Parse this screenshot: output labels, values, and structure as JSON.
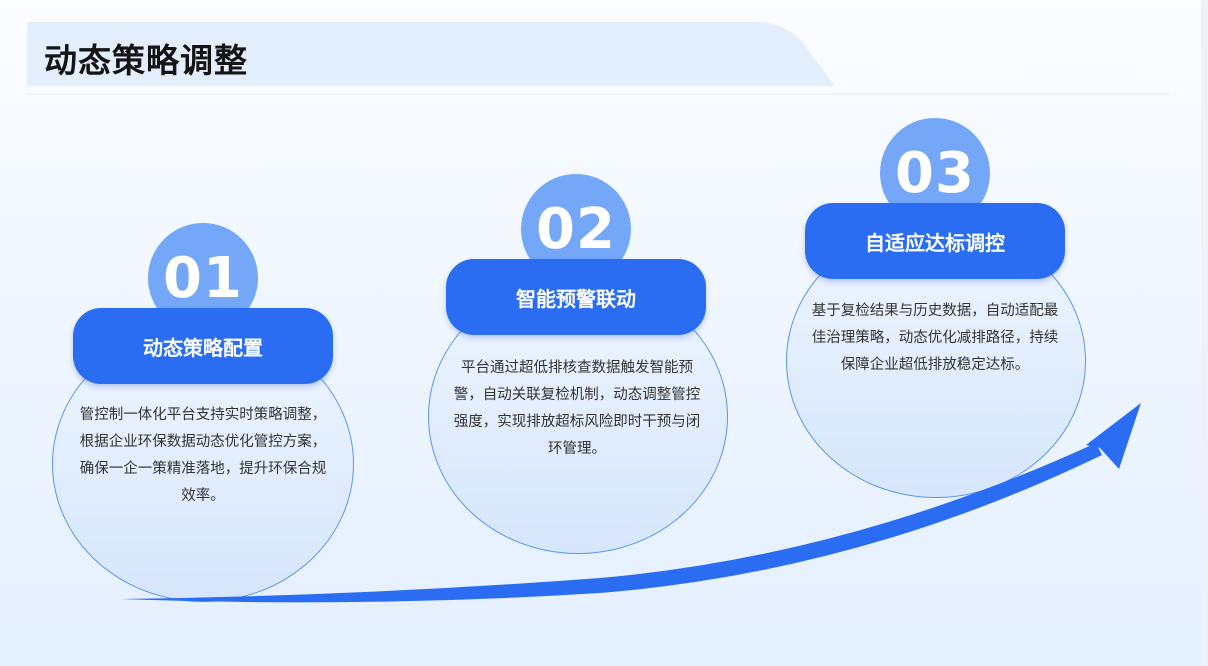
{
  "page": {
    "title": "动态策略调整"
  },
  "colors": {
    "accent": "#2a6df3",
    "number_circle": "#74a7f8",
    "card_border": "#5b94ee",
    "title_band": "#e3eefd"
  },
  "steps": [
    {
      "number": "01",
      "title": "动态策略配置",
      "description": "管控制一体化平台支持实时策略调整，根据企业环保数据动态优化管控方案，确保一企一策精准落地，提升环保合规效率。"
    },
    {
      "number": "02",
      "title": "智能预警联动",
      "description": "平台通过超低排核查数据触发智能预警，自动关联复检机制，动态调整管控强度，实现排放超标风险即时干预与闭环管理。"
    },
    {
      "number": "03",
      "title": "自适应达标调控",
      "description": "基于复检结果与历史数据，自动适配最佳治理策略，动态优化减排路径，持续保障企业超低排放稳定达标。"
    }
  ],
  "icons": {
    "trend_arrow": "rising-arrow-icon"
  }
}
